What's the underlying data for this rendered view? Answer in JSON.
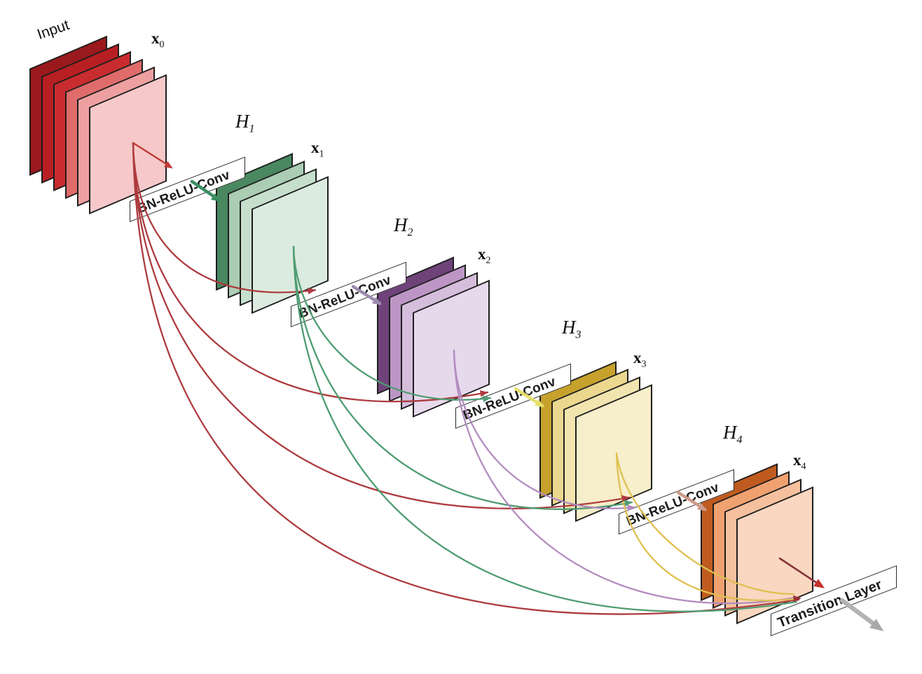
{
  "diagram": {
    "kind": "densenet-dense-block",
    "background": "#ffffff"
  },
  "labels": {
    "input": "Input",
    "x": [
      {
        "base": "x",
        "sub": "0"
      },
      {
        "base": "x",
        "sub": "1"
      },
      {
        "base": "x",
        "sub": "2"
      },
      {
        "base": "x",
        "sub": "3"
      },
      {
        "base": "x",
        "sub": "4"
      }
    ],
    "h": [
      {
        "base": "H",
        "sub": "1"
      },
      {
        "base": "H",
        "sub": "2"
      },
      {
        "base": "H",
        "sub": "3"
      },
      {
        "base": "H",
        "sub": "4"
      }
    ]
  },
  "boxes": {
    "bn_label": "BN-ReLU-Conv",
    "transition_label": "Transition Layer"
  },
  "stacks": {
    "input": {
      "colors": [
        "#9A191C",
        "#B71F23",
        "#C92C2E",
        "#DF6C6B",
        "#EEA0A1",
        "#F6C8C9"
      ]
    },
    "x1": {
      "colors": [
        "#4A8861",
        "#AACDB4",
        "#C6DFCC",
        "#DCEBDF"
      ]
    },
    "x2": {
      "colors": [
        "#6F437A",
        "#BD96C5",
        "#D5BDDC",
        "#E7D9EC"
      ]
    },
    "x3": {
      "colors": [
        "#C6A12C",
        "#EBD78E",
        "#F1E4AE",
        "#F7EECB"
      ]
    },
    "x4": {
      "colors": [
        "#C05B1F",
        "#F0A170",
        "#F5C09D",
        "#F9D7C0"
      ]
    }
  },
  "connections": {
    "curve_colors": {
      "from_x0": "#AD3B3E",
      "from_x1": "#4F9C72",
      "from_x2": "#B28CBF",
      "from_x3": "#DFC050"
    },
    "output_arrow_colors": {
      "h1": "#3B8E5F",
      "h2": "#9C8BAF",
      "h3": "#E7DF6E",
      "h4": "#CE9A89"
    },
    "input_to_h1_color": "#C23B36",
    "x4_to_transition_color": "#84343B",
    "transition_arrowhead_color": "#C4312C",
    "transition_exit_color": "#B3B3B3"
  }
}
